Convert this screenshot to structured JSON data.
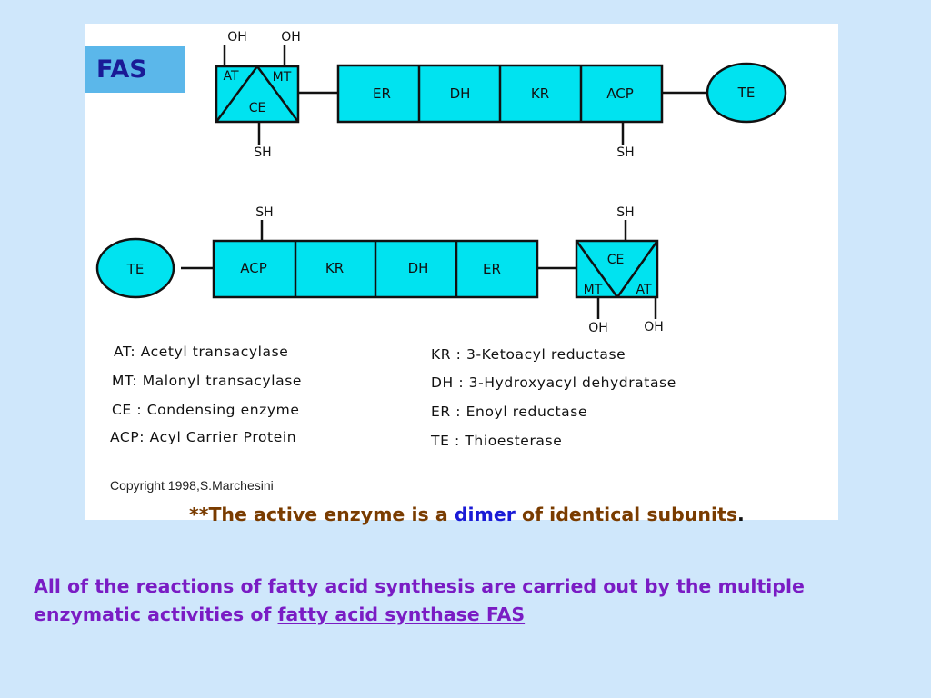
{
  "figure": {
    "badge": "FAS",
    "upper_subunit": {
      "box_labels": {
        "at": "AT",
        "mt": "MT",
        "ce": "CE"
      },
      "oh_left": "OH",
      "oh_right": "OH",
      "sh_bottom": "SH",
      "domains": [
        "ER",
        "DH",
        "KR",
        "ACP"
      ],
      "acp_sh": "SH",
      "te": "TE"
    },
    "lower_subunit": {
      "te": "TE",
      "domains": [
        "ACP",
        "KR",
        "DH",
        "ER"
      ],
      "acp_sh": "SH",
      "box_labels": {
        "ce": "CE",
        "mt": "MT",
        "at": "AT"
      },
      "sh_top": "SH",
      "oh_left": "OH",
      "oh_right": "OH"
    },
    "legend_left": [
      "AT: Acetyl transacylase",
      "MT: Malonyl transacylase",
      "CE : Condensing enzyme",
      "ACP: Acyl Carrier Protein"
    ],
    "legend_right": [
      "KR : 3-Ketoacyl reductase",
      "DH : 3-Hydroxyacyl dehydratase",
      "ER : Enoyl reductase",
      "TE : Thioesterase"
    ],
    "copyright": "Copyright 1998,S.Marchesini"
  },
  "note": {
    "prefix": "**The active enzyme is a ",
    "highlight": "dimer",
    "suffix": " of identical subunits",
    "period": "."
  },
  "paragraph": {
    "text": "All of the reactions of fatty acid synthesis are carried out by the multiple enzymatic activities of ",
    "link1": "fatty acid synthase",
    "link2": " FAS"
  },
  "colors": {
    "domain_fill": "#00e3f0",
    "background": "#cfe7fb",
    "badge": "#5bb7ea"
  }
}
